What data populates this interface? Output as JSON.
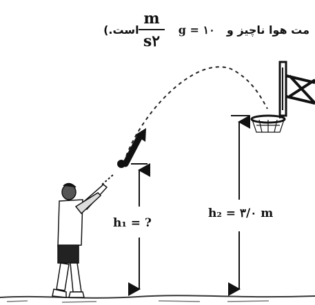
{
  "header": {
    "text_before": "مت هوا ناچیز و",
    "g_expr": "g = ۱۰",
    "fraction_numerator": "m",
    "fraction_denominator": "s۲",
    "text_after": "است.)"
  },
  "labels": {
    "h1": "h₁ = ?",
    "h2": "h₂ = ۳/۰ m"
  },
  "colors": {
    "ink": "#111111",
    "background": "#ffffff"
  }
}
